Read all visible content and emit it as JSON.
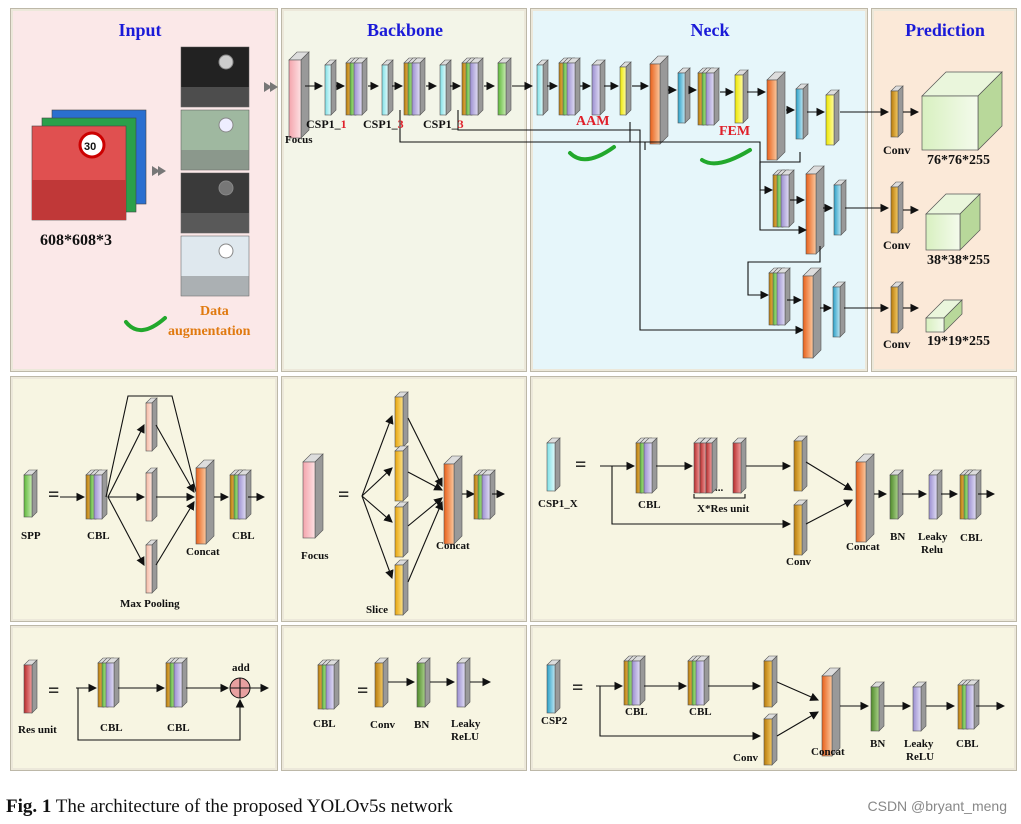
{
  "top": {
    "input": {
      "title": "Input",
      "image_size": "608*608*3",
      "augmentation_label_1": "Data",
      "augmentation_label_2": "augmentation"
    },
    "backbone": {
      "title": "Backbone",
      "focus": "Focus",
      "csp1": "CSP1_",
      "csp1_n": "1",
      "csp2": "CSP1_",
      "csp2_n": "3",
      "csp3": "CSP1_",
      "csp3_n": "3"
    },
    "neck": {
      "title": "Neck",
      "aam": "AAM",
      "fem": "FEM"
    },
    "prediction": {
      "title": "Prediction",
      "conv": "Conv",
      "out1": "76*76*255",
      "out2": "38*38*255",
      "out3": "19*19*255"
    }
  },
  "modules": {
    "spp": {
      "name": "SPP",
      "cbl1": "CBL",
      "cbl2": "CBL",
      "concat": "Concat",
      "pool": "Max Pooling"
    },
    "focus": {
      "name": "Focus",
      "concat": "Concat",
      "slice": "Slice"
    },
    "csp1x": {
      "name": "CSP1_X",
      "cbl": "CBL",
      "res": "X*Res unit",
      "dots": "...",
      "conv": "Conv",
      "concat": "Concat",
      "bn": "BN",
      "leaky1": "Leaky",
      "leaky2": "Relu",
      "cbl2": "CBL"
    },
    "resunit": {
      "name": "Res unit",
      "cbl1": "CBL",
      "cbl2": "CBL",
      "add": "add"
    },
    "cbl": {
      "name": "CBL",
      "conv": "Conv",
      "bn": "BN",
      "leaky1": "Leaky",
      "leaky2": "ReLU"
    },
    "csp2": {
      "name": "CSP2",
      "cbl1": "CBL",
      "cbl2": "CBL",
      "conv": "Conv",
      "concat": "Concat",
      "bn": "BN",
      "leaky1": "Leaky",
      "leaky2": "ReLU",
      "cbl3": "CBL"
    }
  },
  "equals": "=",
  "caption": {
    "fig": "Fig. 1",
    "text": " The architecture of the proposed YOLOv5s network"
  },
  "watermark": "CSDN @bryant_meng",
  "colors": {
    "input_bg": "#fbe8e8",
    "backbone_bg": "#f3f5e8",
    "neck_bg": "#e6f6fa",
    "pred_bg": "#fbe9d8",
    "module_bg": "#f7f5e2",
    "header": "#1a1ad8",
    "red_label": "#e0202a",
    "orange_label": "#e07a10",
    "check": "#22a82c"
  }
}
